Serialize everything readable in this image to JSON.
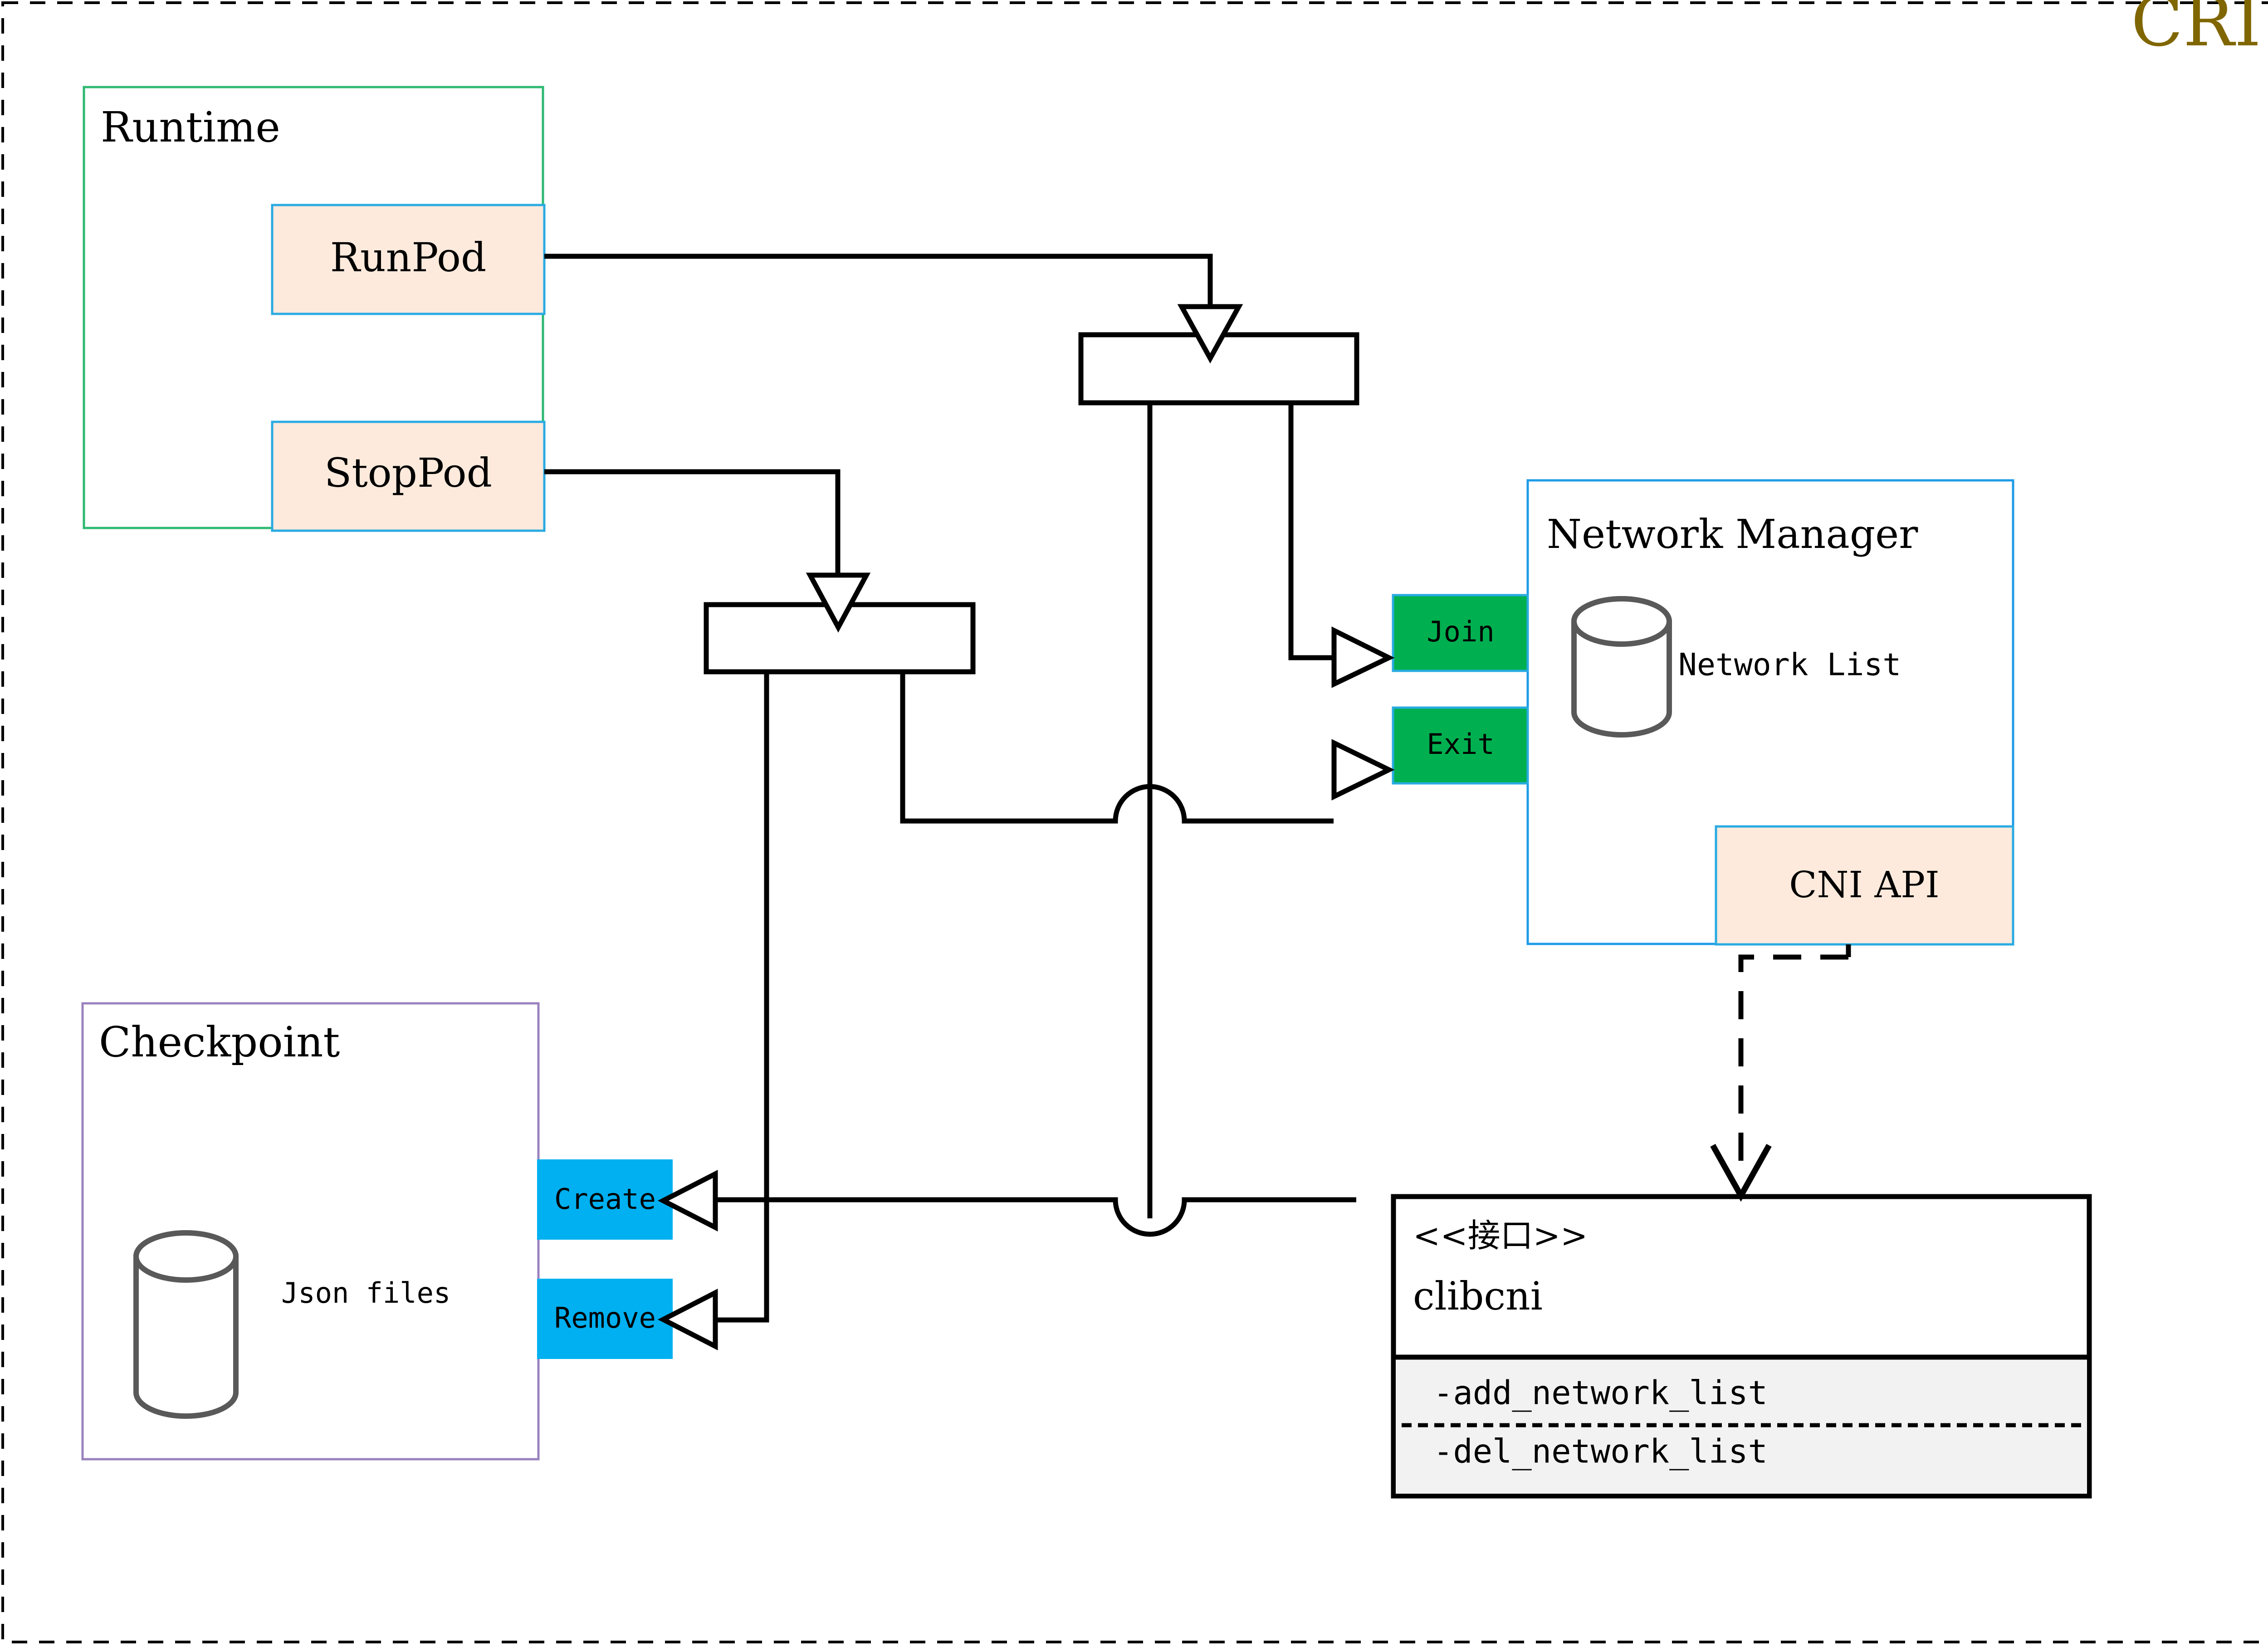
{
  "diagram": {
    "title": "CRI",
    "title_color": "#806600",
    "outer_border_style": "dashed",
    "colors": {
      "runtime_border": "#2eb872",
      "checkpoint_border": "#9a82bd",
      "manager_border": "#1e9be8",
      "peach_fill": "#fdeadc",
      "peach_border": "#29ABE2",
      "green_fill": "#00b050",
      "cyan_fill": "#00b0f0",
      "cylinder_stroke": "#595959",
      "line": "#000000",
      "method_panel": "#f2f2f2"
    }
  },
  "runtime": {
    "label": "Runtime",
    "methods": [
      {
        "label": "RunPod"
      },
      {
        "label": "StopPod"
      }
    ]
  },
  "checkpoint": {
    "label": "Checkpoint",
    "store_label": "Json files",
    "methods": [
      {
        "label": "Create"
      },
      {
        "label": "Remove"
      }
    ]
  },
  "network_manager": {
    "label": "Network Manager",
    "store_label": "Network List",
    "ports": [
      {
        "label": "Join"
      },
      {
        "label": "Exit"
      }
    ],
    "api": {
      "label": "CNI API"
    }
  },
  "interface": {
    "stereotype": "<<接口>>",
    "name": "clibcni",
    "methods": [
      {
        "label": "-add_network_list"
      },
      {
        "label": "-del_network_list"
      }
    ]
  },
  "connections": [
    {
      "from": "RunPod",
      "to": "dispatch-node-1",
      "style": "solid",
      "arrow": "hollow-triangle"
    },
    {
      "from": "StopPod",
      "to": "dispatch-node-2",
      "style": "solid",
      "arrow": "hollow-triangle"
    },
    {
      "from": "dispatch-node-1",
      "to": "Join",
      "style": "solid",
      "arrow": "hollow-triangle"
    },
    {
      "from": "dispatch-node-1",
      "to": "Create",
      "style": "solid",
      "arrow": "hollow-triangle"
    },
    {
      "from": "dispatch-node-2",
      "to": "Exit",
      "style": "solid",
      "arrow": "hollow-triangle"
    },
    {
      "from": "dispatch-node-2",
      "to": "Remove",
      "style": "solid",
      "arrow": "hollow-triangle"
    },
    {
      "from": "CNI API",
      "to": "clibcni",
      "style": "dashed",
      "arrow": "open-v"
    }
  ]
}
